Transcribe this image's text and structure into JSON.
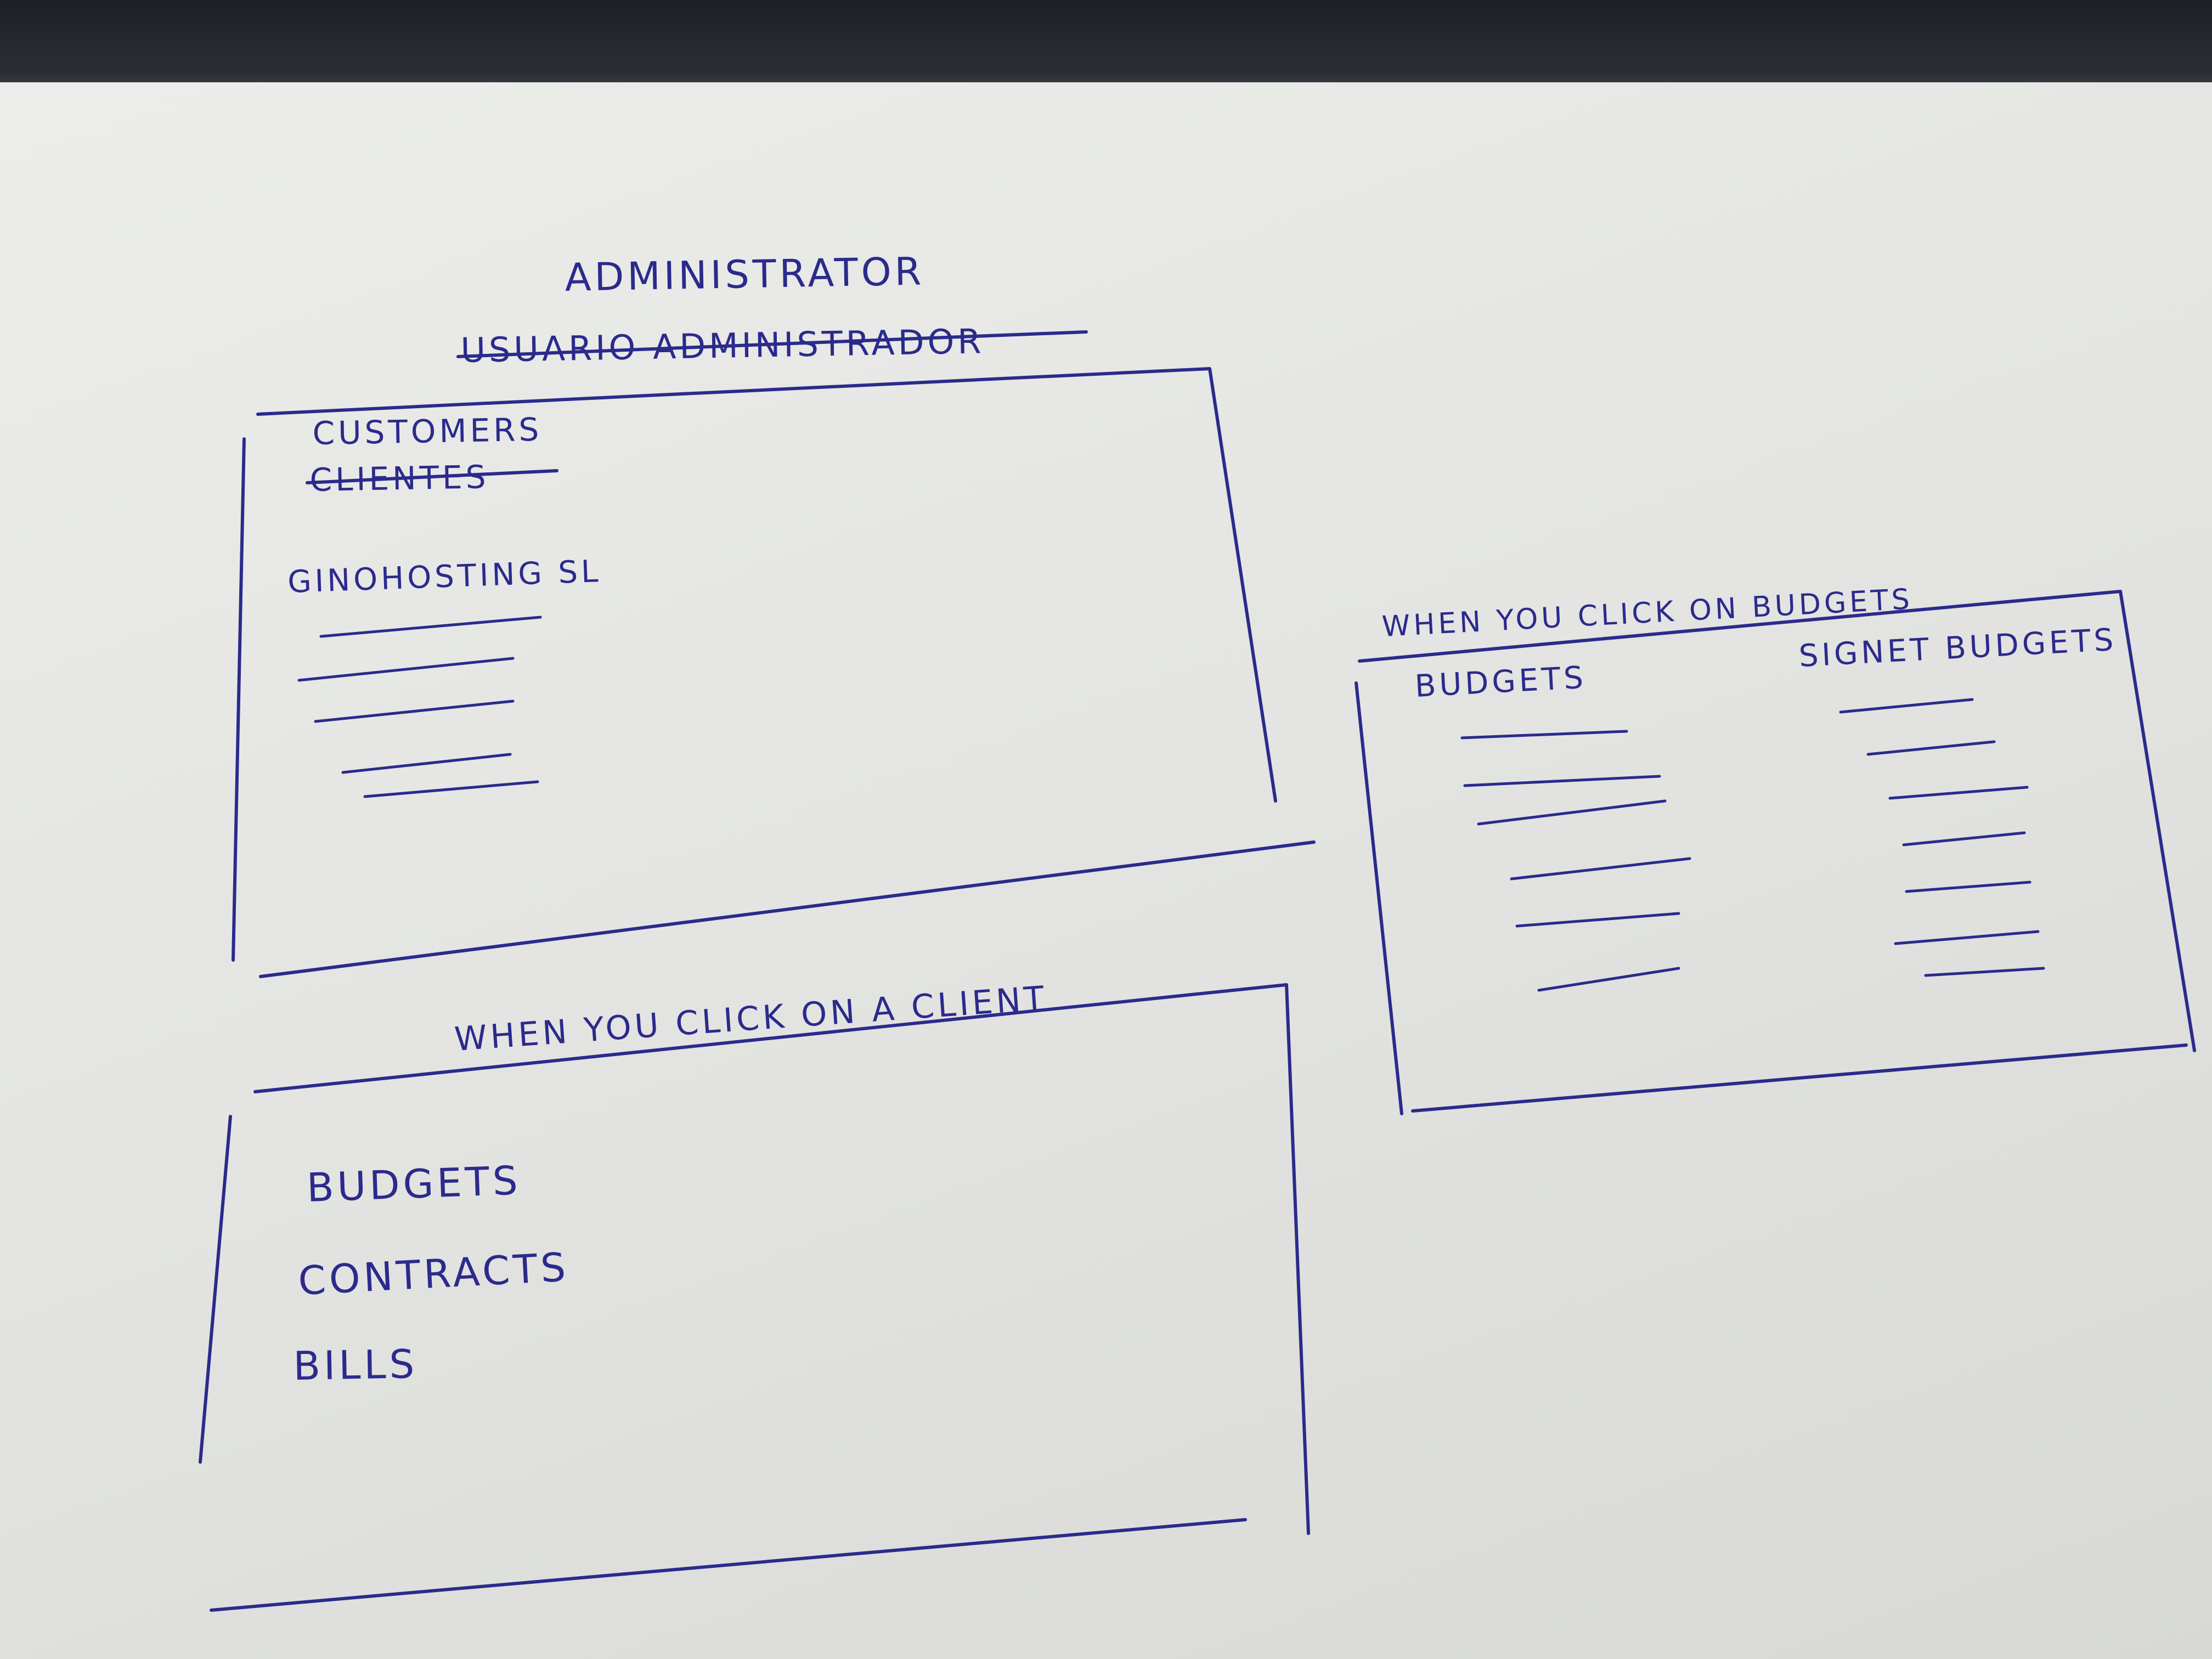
{
  "title": "ADMINISTRATOR",
  "title_struck": "USUARIO ADMINISTRADOR",
  "panel_customers": {
    "heading": "CUSTOMERS",
    "heading_struck": "CLIENTES",
    "first_item": "GINOHOSTING SL"
  },
  "panel_client": {
    "caption": "WHEN YOU CLICK ON A CLIENT",
    "items": [
      "BUDGETS",
      "CONTRACTS",
      "BILLS"
    ]
  },
  "panel_budgets": {
    "caption": "WHEN YOU CLICK ON BUDGETS",
    "col_left": "BUDGETS",
    "col_right": "SIGNET BUDGETS"
  },
  "ink_color": "#2b2a8c"
}
